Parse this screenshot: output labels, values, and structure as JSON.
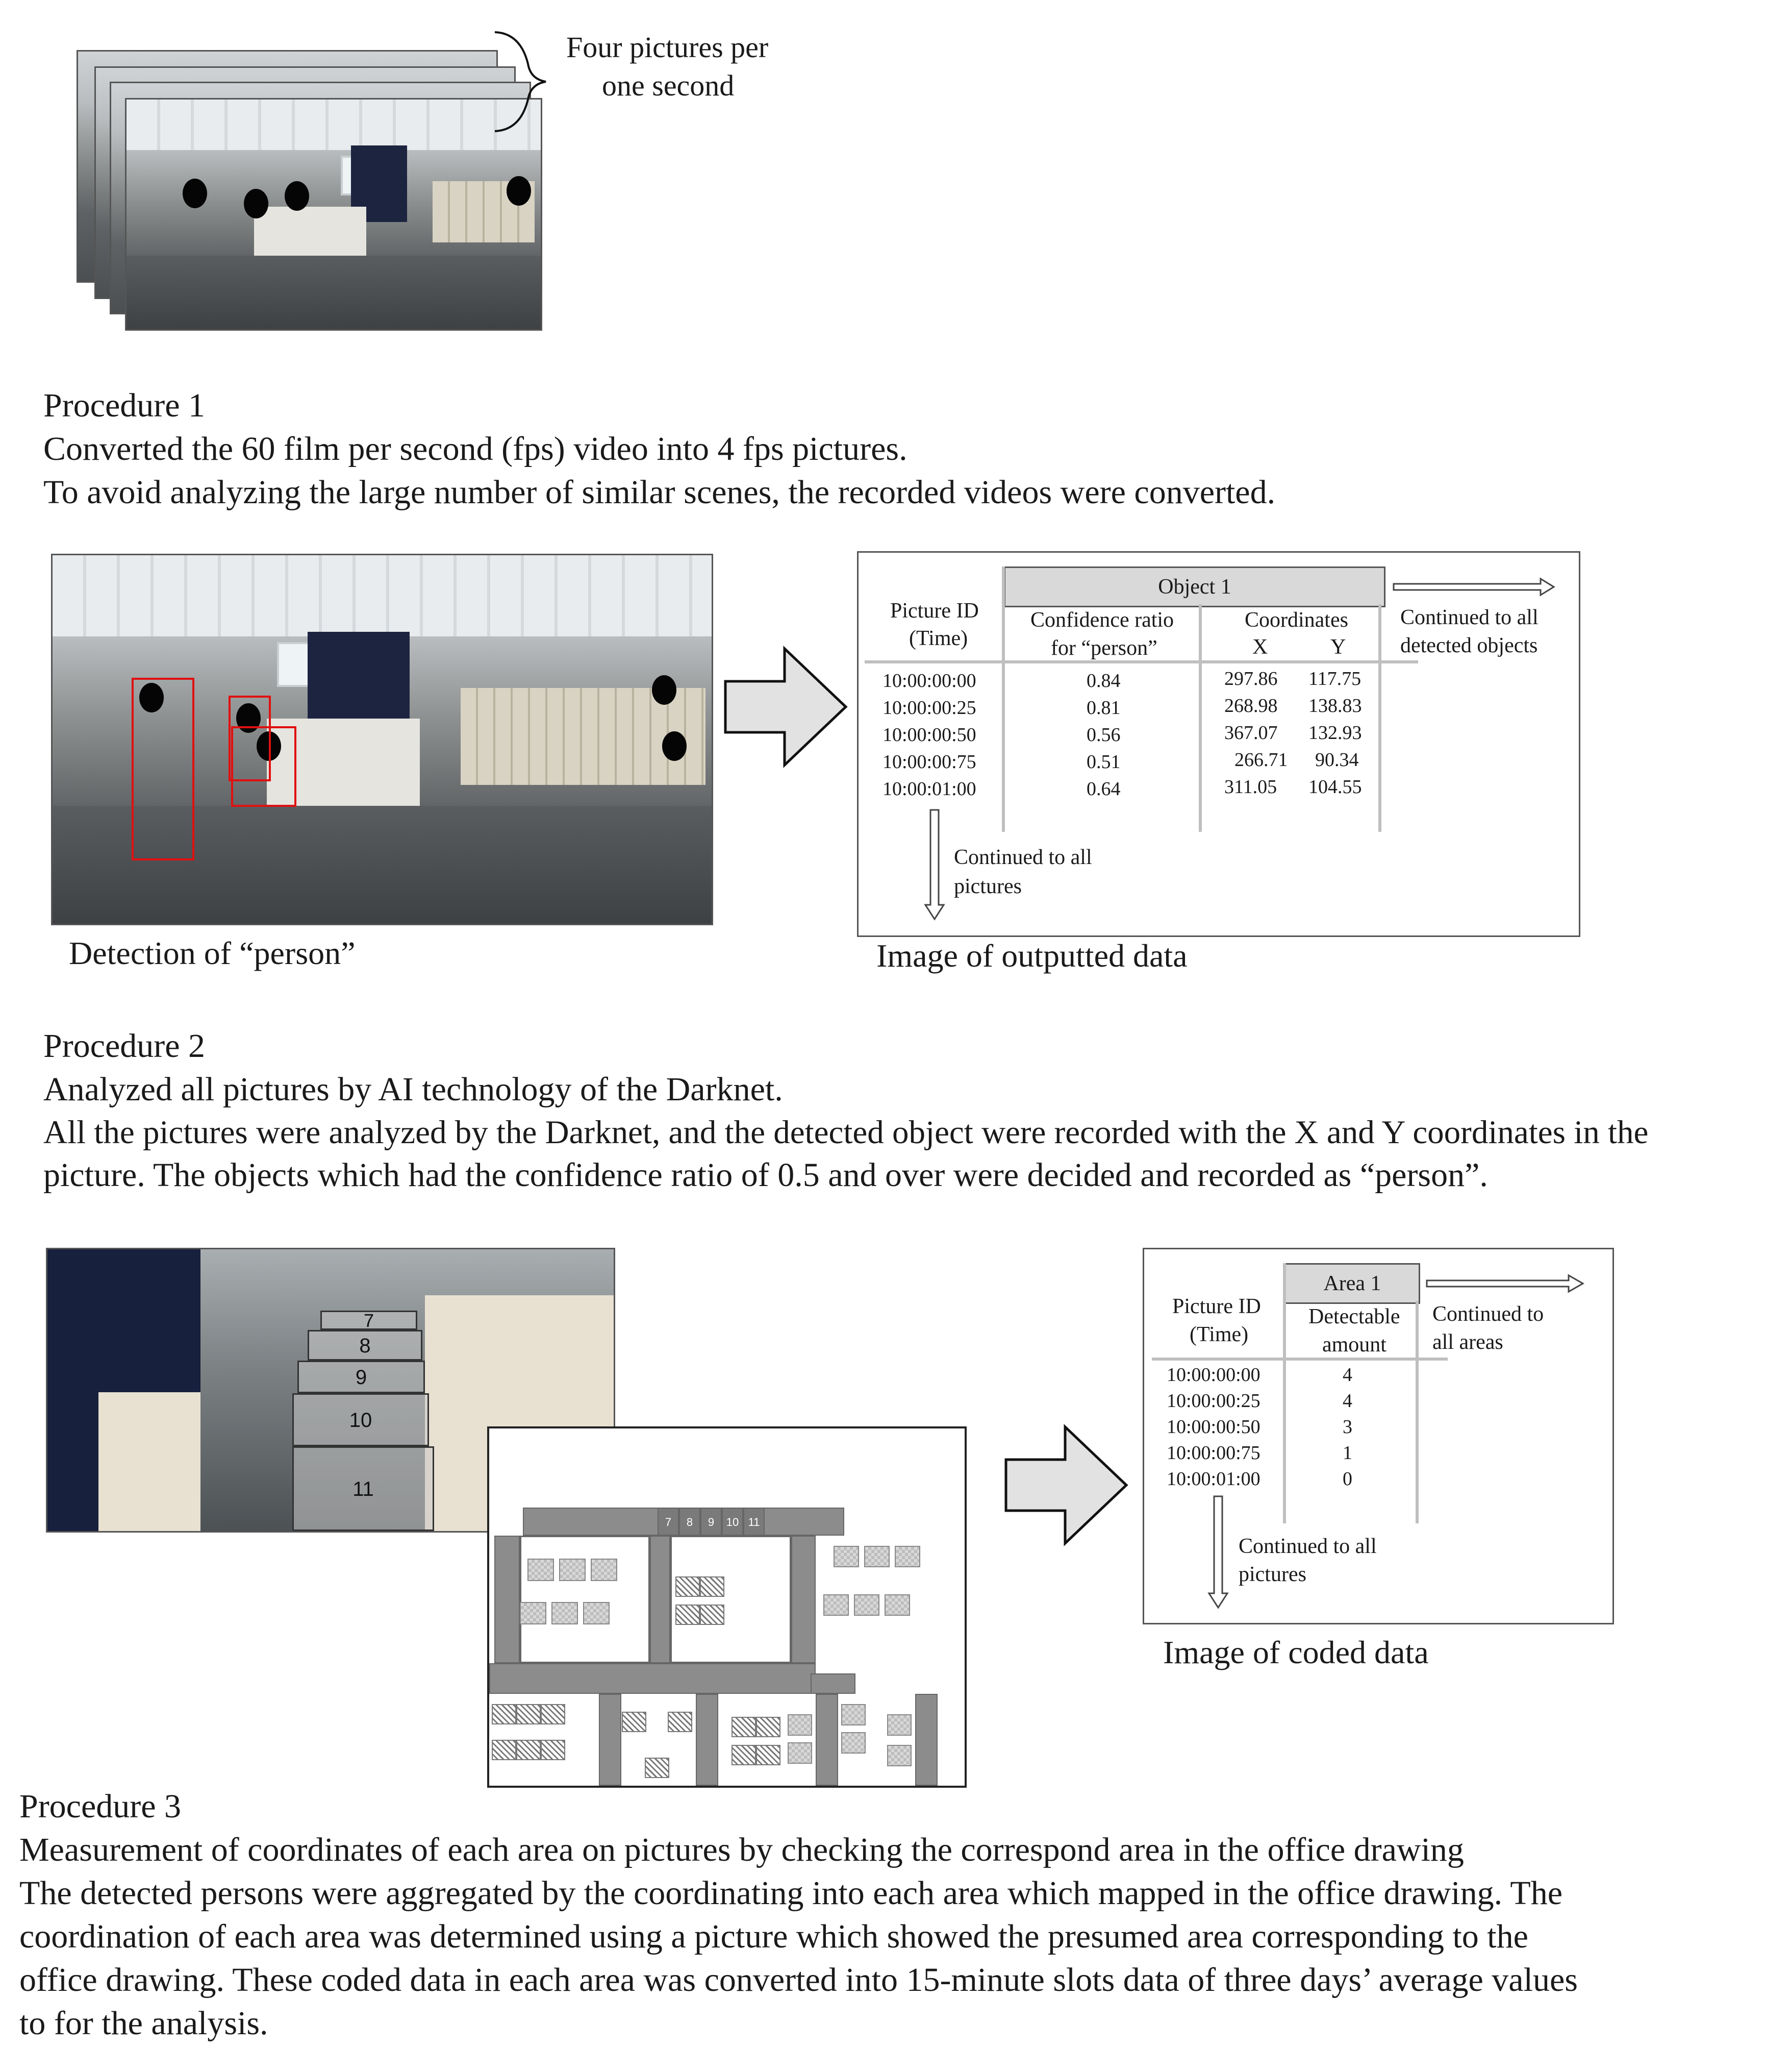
{
  "top": {
    "annotation_line1": "Four pictures  per",
    "annotation_line2": "one second"
  },
  "procedure1": {
    "heading": "Procedure 1",
    "line1": "Converted the 60 film  per second (fps)  video  into  4 fps pictures.",
    "line2": "To avoid analyzing  the large number of similar  scenes, the recorded videos were converted."
  },
  "detection": {
    "caption": "Detection of “person”"
  },
  "output_table": {
    "object_header": "Object 1",
    "col_picture_1": "Picture  ID",
    "col_picture_2": "(Time)",
    "col_conf_1": "Confidence  ratio",
    "col_conf_2": "for “person”",
    "col_coord": "Coordinates",
    "col_x": "X",
    "col_y": "Y",
    "continued_right_1": "Continued  to all",
    "continued_right_2": "detected objects",
    "continued_down_1": "Continued  to all",
    "continued_down_2": "pictures",
    "rows": [
      {
        "time": "10:00:00:00",
        "conf": "0.84",
        "x": "297.86",
        "y": "117.75"
      },
      {
        "time": "10:00:00:25",
        "conf": "0.81",
        "x": "268.98",
        "y": "138.83"
      },
      {
        "time": "10:00:00:50",
        "conf": "0.56",
        "x": "367.07",
        "y": "132.93"
      },
      {
        "time": "10:00:00:75",
        "conf": "0.51",
        "x": "266.71",
        "y": "90.34"
      },
      {
        "time": "10:00:01:00",
        "conf": "0.64",
        "x": "311.05",
        "y": "104.55"
      }
    ],
    "caption": "Image of outputted data"
  },
  "procedure2": {
    "heading": "Procedure 2",
    "line1": "Analyzed  all  pictures by AI technology of the Darknet.",
    "line2": "All the pictures were analyzed by the Darknet, and the detected object were recorded with the X and Y coordinates in the",
    "line3": "picture. The objects which had the confidence ratio of 0.5 and over were decided and recorded as “person”."
  },
  "areas_photo": {
    "labels": [
      "7",
      "8",
      "9",
      "10",
      "11"
    ]
  },
  "floor_plan": {
    "labels": [
      "7",
      "8",
      "9",
      "10",
      "11"
    ]
  },
  "coded_table": {
    "area_header": "Area 1",
    "col_picture_1": "Picture  ID",
    "col_picture_2": "(Time)",
    "col_detect_1": "Detectable",
    "col_detect_2": "amount",
    "continued_right_1": "Continued   to",
    "continued_right_2": "all  areas",
    "continued_down_1": "Continued  to all",
    "continued_down_2": "pictures",
    "rows": [
      {
        "time": "10:00:00:00",
        "amount": "4"
      },
      {
        "time": "10:00:00:25",
        "amount": "4"
      },
      {
        "time": "10:00:00:50",
        "amount": "3"
      },
      {
        "time": "10:00:00:75",
        "amount": "1"
      },
      {
        "time": "10:00:01:00",
        "amount": "0"
      }
    ],
    "caption": "Image of coded data"
  },
  "procedure3": {
    "heading": "Procedure  3",
    "line1": "Measurement of coordinates  of each area on pictures by checking  the correspond  area in the office drawing",
    "line2": "The detected persons were aggregated by the coordinating  into each area which mapped in the office drawing.  The",
    "line3": "coordination  of each area was determined using a picture which showed the presumed area corresponding  to the",
    "line4": "office drawing.  These coded data in each area was converted into 15-minute slots data of three days’ average values",
    "line5": "to for the analysis."
  }
}
